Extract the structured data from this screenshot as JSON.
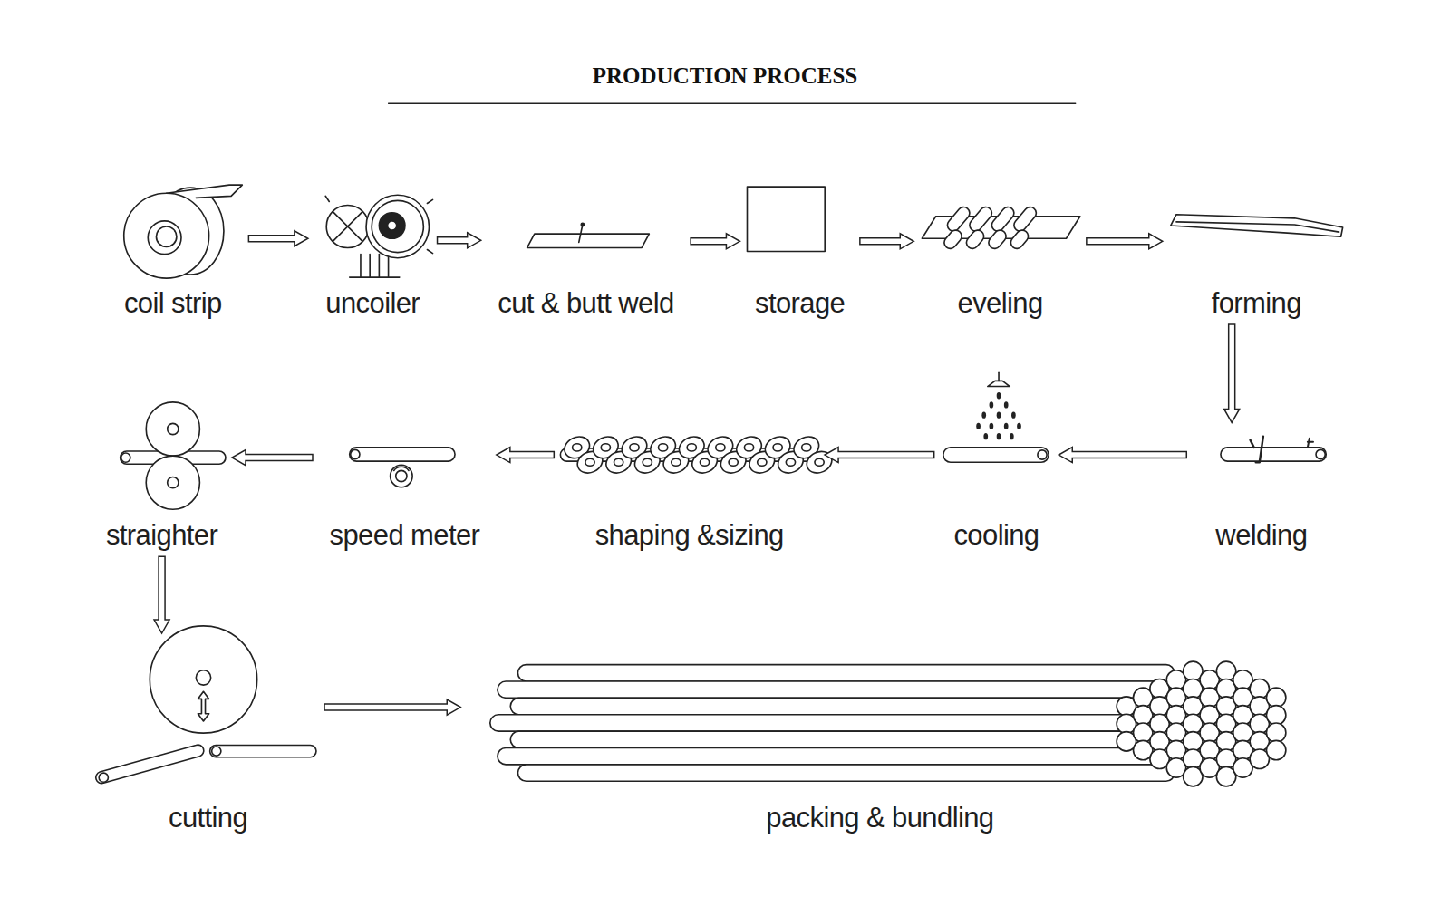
{
  "diagram": {
    "title": "PRODUCTION PROCESS",
    "nodes": [
      {
        "text": [
          "coil strip"
        ]
      },
      {
        "text": [
          "uncoiler"
        ]
      },
      {
        "text": [
          "cut & butt weld"
        ]
      },
      {
        "text": [
          "storage"
        ]
      },
      {
        "text": [
          "eveling"
        ]
      },
      {
        "text": [
          "forming"
        ]
      },
      {
        "text": [
          "welding"
        ]
      },
      {
        "text": [
          "cooling"
        ]
      },
      {
        "text": [
          "shaping &sizing"
        ]
      },
      {
        "text": [
          "speed meter"
        ]
      },
      {
        "text": [
          "straighter"
        ]
      },
      {
        "text": [
          "cutting"
        ]
      },
      {
        "text": [
          "packing & bundling"
        ]
      }
    ],
    "edges": [
      {
        "from": 0,
        "to": 1,
        "arrow": "to"
      },
      {
        "from": 1,
        "to": 2,
        "arrow": "to"
      },
      {
        "from": 2,
        "to": 3,
        "arrow": "to"
      },
      {
        "from": 3,
        "to": 4,
        "arrow": "to"
      },
      {
        "from": 4,
        "to": 5,
        "arrow": "to"
      },
      {
        "from": 5,
        "to": 6,
        "arrow": "to"
      },
      {
        "from": 6,
        "to": 7,
        "arrow": "to"
      },
      {
        "from": 7,
        "to": 8,
        "arrow": "to"
      },
      {
        "from": 8,
        "to": 9,
        "arrow": "to"
      },
      {
        "from": 9,
        "to": 10,
        "arrow": "to"
      },
      {
        "from": 10,
        "to": 11,
        "arrow": "to"
      },
      {
        "from": 11,
        "to": 12,
        "arrow": "to"
      }
    ]
  }
}
